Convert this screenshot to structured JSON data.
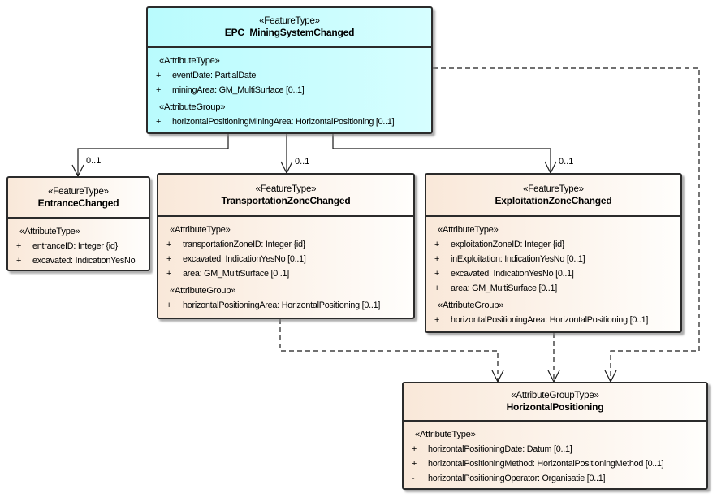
{
  "diagram": {
    "type": "uml-class-diagram",
    "colors": {
      "feature_fill_left": "#b9fbfd",
      "feature_fill_right": "#d6feff",
      "zone_fill_left": "#f9e8d9",
      "zone_fill_right": "#fffefc",
      "border": "#2b2b2b",
      "connector": "#1a1a1a",
      "background": "#ffffff"
    }
  },
  "boxes": {
    "mining": {
      "stereotype": "«FeatureType»",
      "name": "EPC_MiningSystemChanged",
      "rows": [
        {
          "kind": "heading",
          "text": "«AttributeType»"
        },
        {
          "kind": "attr",
          "vis": "+",
          "text": "eventDate: PartialDate"
        },
        {
          "kind": "attr",
          "vis": "+",
          "text": "miningArea: GM_MultiSurface [0..1]"
        },
        {
          "kind": "heading",
          "text": "«AttributeGroup»"
        },
        {
          "kind": "attr",
          "vis": "+",
          "text": "horizontalPositioningMiningArea: HorizontalPositioning [0..1]"
        }
      ]
    },
    "entrance": {
      "stereotype": "«FeatureType»",
      "name": "EntranceChanged",
      "rows": [
        {
          "kind": "heading",
          "text": "«AttributeType»"
        },
        {
          "kind": "attr",
          "vis": "+",
          "text": "entranceID: Integer {id}"
        },
        {
          "kind": "attr",
          "vis": "+",
          "text": "excavated: IndicationYesNo"
        }
      ]
    },
    "transportation": {
      "stereotype": "«FeatureType»",
      "name": "TransportationZoneChanged",
      "rows": [
        {
          "kind": "heading",
          "text": "«AttributeType»"
        },
        {
          "kind": "attr",
          "vis": "+",
          "text": "transportationZoneID: Integer {id}"
        },
        {
          "kind": "attr",
          "vis": "+",
          "text": "excavated: IndicationYesNo [0..1]"
        },
        {
          "kind": "attr",
          "vis": "+",
          "text": "area: GM_MultiSurface [0..1]"
        },
        {
          "kind": "heading",
          "text": "«AttributeGroup»"
        },
        {
          "kind": "attr",
          "vis": "+",
          "text": "horizontalPositioningArea: HorizontalPositioning [0..1]"
        }
      ]
    },
    "exploitation": {
      "stereotype": "«FeatureType»",
      "name": "ExploitationZoneChanged",
      "rows": [
        {
          "kind": "heading",
          "text": "«AttributeType»"
        },
        {
          "kind": "attr",
          "vis": "+",
          "text": "exploitationZoneID: Integer {id}"
        },
        {
          "kind": "attr",
          "vis": "+",
          "text": "inExploitation: IndicationYesNo [0..1]"
        },
        {
          "kind": "attr",
          "vis": "+",
          "text": "excavated: IndicationYesNo [0..1]"
        },
        {
          "kind": "attr",
          "vis": "+",
          "text": "area: GM_MultiSurface [0..1]"
        },
        {
          "kind": "heading",
          "text": "«AttributeGroup»"
        },
        {
          "kind": "attr",
          "vis": "+",
          "text": "horizontalPositioningArea: HorizontalPositioning [0..1]"
        }
      ]
    },
    "horizontal": {
      "stereotype": "«AttributeGroupType»",
      "name": "HorizontalPositioning",
      "rows": [
        {
          "kind": "heading",
          "text": "«AttributeType»"
        },
        {
          "kind": "attr",
          "vis": "+",
          "text": "horizontalPositioningDate: Datum [0..1]"
        },
        {
          "kind": "attr",
          "vis": "+",
          "text": "horizontalPositioningMethod: HorizontalPositioningMethod [0..1]"
        },
        {
          "kind": "attr",
          "vis": "-",
          "text": "horizontalPositioningOperator: Organisatie [0..1]"
        }
      ]
    }
  },
  "connectors": {
    "to_entrance": {
      "multiplicity": "0..1"
    },
    "to_transportation": {
      "multiplicity": "0..1"
    },
    "to_exploitation": {
      "multiplicity": "0..1"
    }
  }
}
